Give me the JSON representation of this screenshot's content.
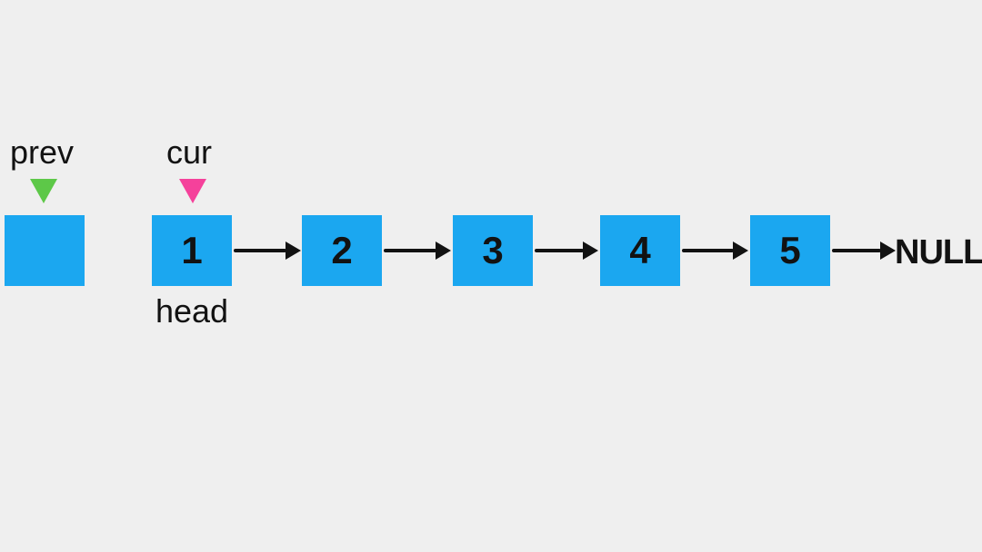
{
  "colors": {
    "background": "#efefef",
    "node_fill": "#1ba7f0",
    "prev_marker": "#5dc848",
    "cur_marker": "#f5419b",
    "arrow": "#121212",
    "text": "#121212"
  },
  "pointers": {
    "prev": {
      "label": "prev",
      "marker_color": "#5dc848",
      "points_to": "empty-node"
    },
    "cur": {
      "label": "cur",
      "marker_color": "#f5419b",
      "points_to": "node-1"
    }
  },
  "list": {
    "head_label": "head",
    "terminator": "NULL",
    "prev_node_value": "",
    "nodes": [
      {
        "value": "1"
      },
      {
        "value": "2"
      },
      {
        "value": "3"
      },
      {
        "value": "4"
      },
      {
        "value": "5"
      }
    ]
  }
}
